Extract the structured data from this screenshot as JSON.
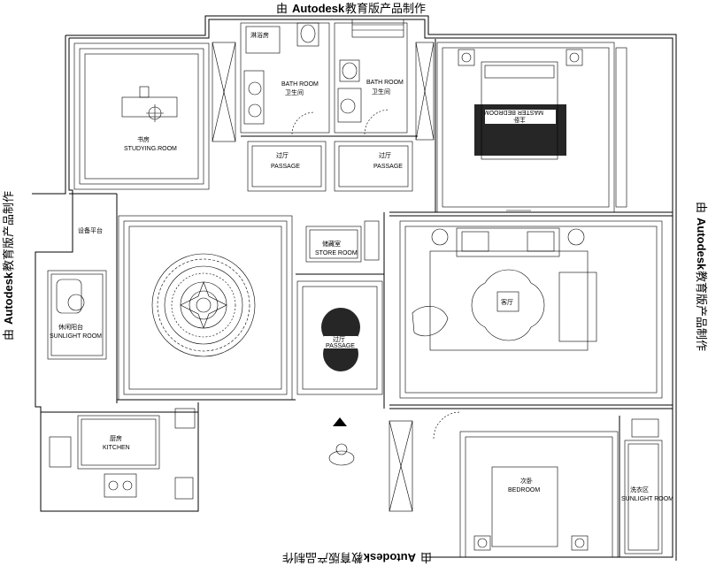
{
  "watermark": {
    "prefix": "由",
    "brand": "Autodesk",
    "suffix": "教育版产品制作"
  },
  "rooms": {
    "bath_small": {
      "zh": "淋浴房"
    },
    "bath_left": {
      "en": "BATH ROOM",
      "zh": "卫生间"
    },
    "bath_right": {
      "en": "BATH ROOM",
      "zh": "卫生间"
    },
    "passage_left": {
      "zh": "过厅",
      "en": "PASSAGE"
    },
    "passage_right": {
      "zh": "过厅",
      "en": "PASSAGE"
    },
    "study": {
      "zh": "书房",
      "en": "STUDYING.ROOM"
    },
    "master": {
      "zh": "主卧",
      "en": "MASTER BEDROOM"
    },
    "equipment": {
      "zh": "设备平台"
    },
    "store": {
      "zh": "储藏室",
      "en": "STORE ROOM"
    },
    "entry_passage": {
      "zh": "过厅",
      "en": "PASSAGE"
    },
    "living": {
      "zh": "客厅"
    },
    "sunlight": {
      "zh": "休闲阳台",
      "en": "SUNLIGHT ROOM"
    },
    "kitchen": {
      "zh": "厨房",
      "en": "KITCHEN"
    },
    "bedroom": {
      "zh": "次卧",
      "en": "BEDROOM"
    },
    "laundry": {
      "zh": "洗衣区",
      "en": "SUNLIGHT ROOM"
    }
  }
}
